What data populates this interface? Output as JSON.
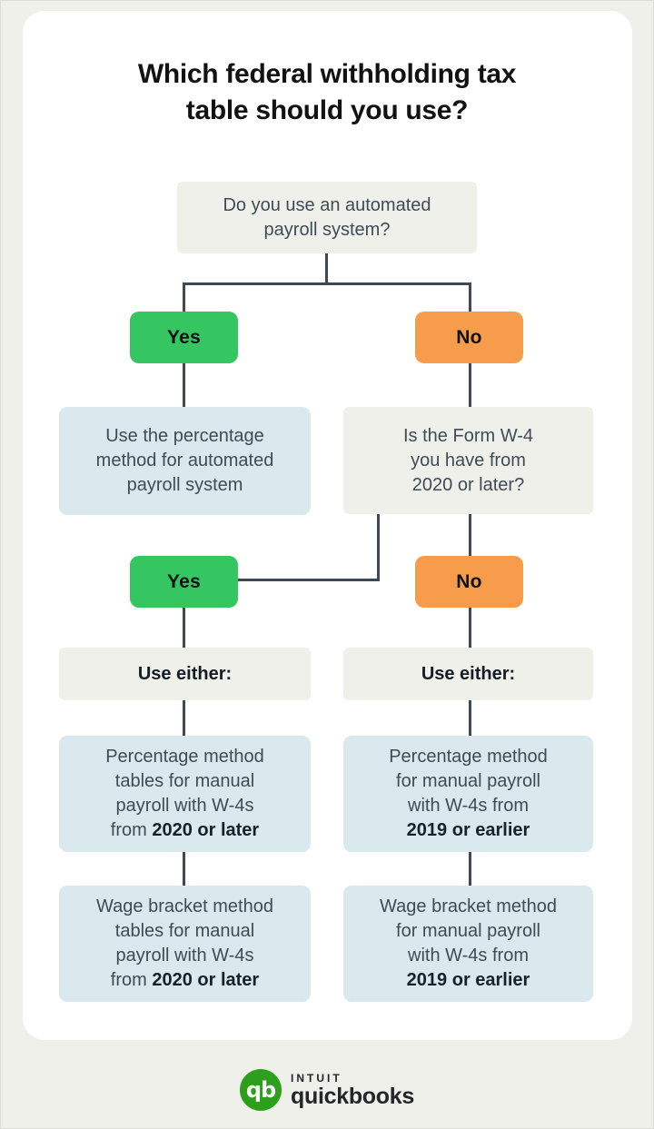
{
  "palette": {
    "page_bg": "#eef0e9",
    "card_bg": "#ffffff",
    "neutral_box": "#f0f0eb",
    "blue_box": "#d9e9ee",
    "yes_green": "#35c662",
    "no_orange": "#f69c4b",
    "connector_line": "#3e4956",
    "body_text": "#3f4b57",
    "emphasis_text": "#121212",
    "quickbooks_green": "#2ca01c"
  },
  "title": {
    "lines": [
      "Which federal withholding tax",
      "table should you use?"
    ]
  },
  "flow": {
    "q_automated": {
      "lines": [
        "Do you use an automated",
        "payroll system?"
      ]
    },
    "branch1": {
      "yes_label": "Yes",
      "no_label": "No"
    },
    "result_automated": {
      "lines": [
        "Use the percentage",
        "method for automated",
        "payroll system"
      ]
    },
    "q_w4": {
      "lines": [
        "Is the Form W-4",
        "you have from",
        "2020 or later?"
      ]
    },
    "branch2": {
      "yes_label": "Yes",
      "no_label": "No"
    },
    "use_either_left": "Use either:",
    "use_either_right": "Use either:",
    "percentage_2020": {
      "lines": [
        "Percentage method",
        "tables for manual",
        "payroll with W-4s"
      ],
      "last_regular": "from ",
      "last_bold": "2020 or later"
    },
    "percentage_2019": {
      "lines": [
        "Percentage method",
        "for manual payroll",
        "with W-4s from"
      ],
      "last_bold": "2019 or earlier"
    },
    "wage_2020": {
      "lines": [
        "Wage bracket method",
        "tables for manual",
        "payroll with W-4s"
      ],
      "last_regular": "from ",
      "last_bold": "2020 or later"
    },
    "wage_2019": {
      "lines": [
        "Wage bracket method",
        "for manual payroll",
        "with W-4s from"
      ],
      "last_bold": "2019 or earlier"
    }
  },
  "footer": {
    "brand_monogram": "qb",
    "brand_name_top": "intuit",
    "brand_name_bottom": "quickbooks"
  }
}
